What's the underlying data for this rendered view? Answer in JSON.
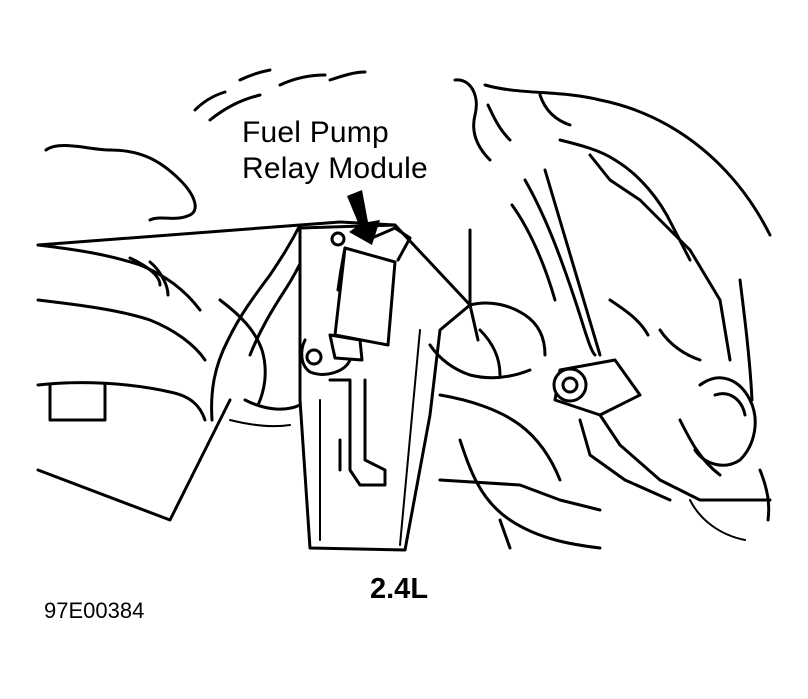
{
  "diagram": {
    "callout_line1": "Fuel Pump",
    "callout_line2": "Relay Module",
    "engine_label": "2.4L",
    "figure_code": "97E00384"
  },
  "colors": {
    "ink": "#000000",
    "paper": "#ffffff"
  }
}
